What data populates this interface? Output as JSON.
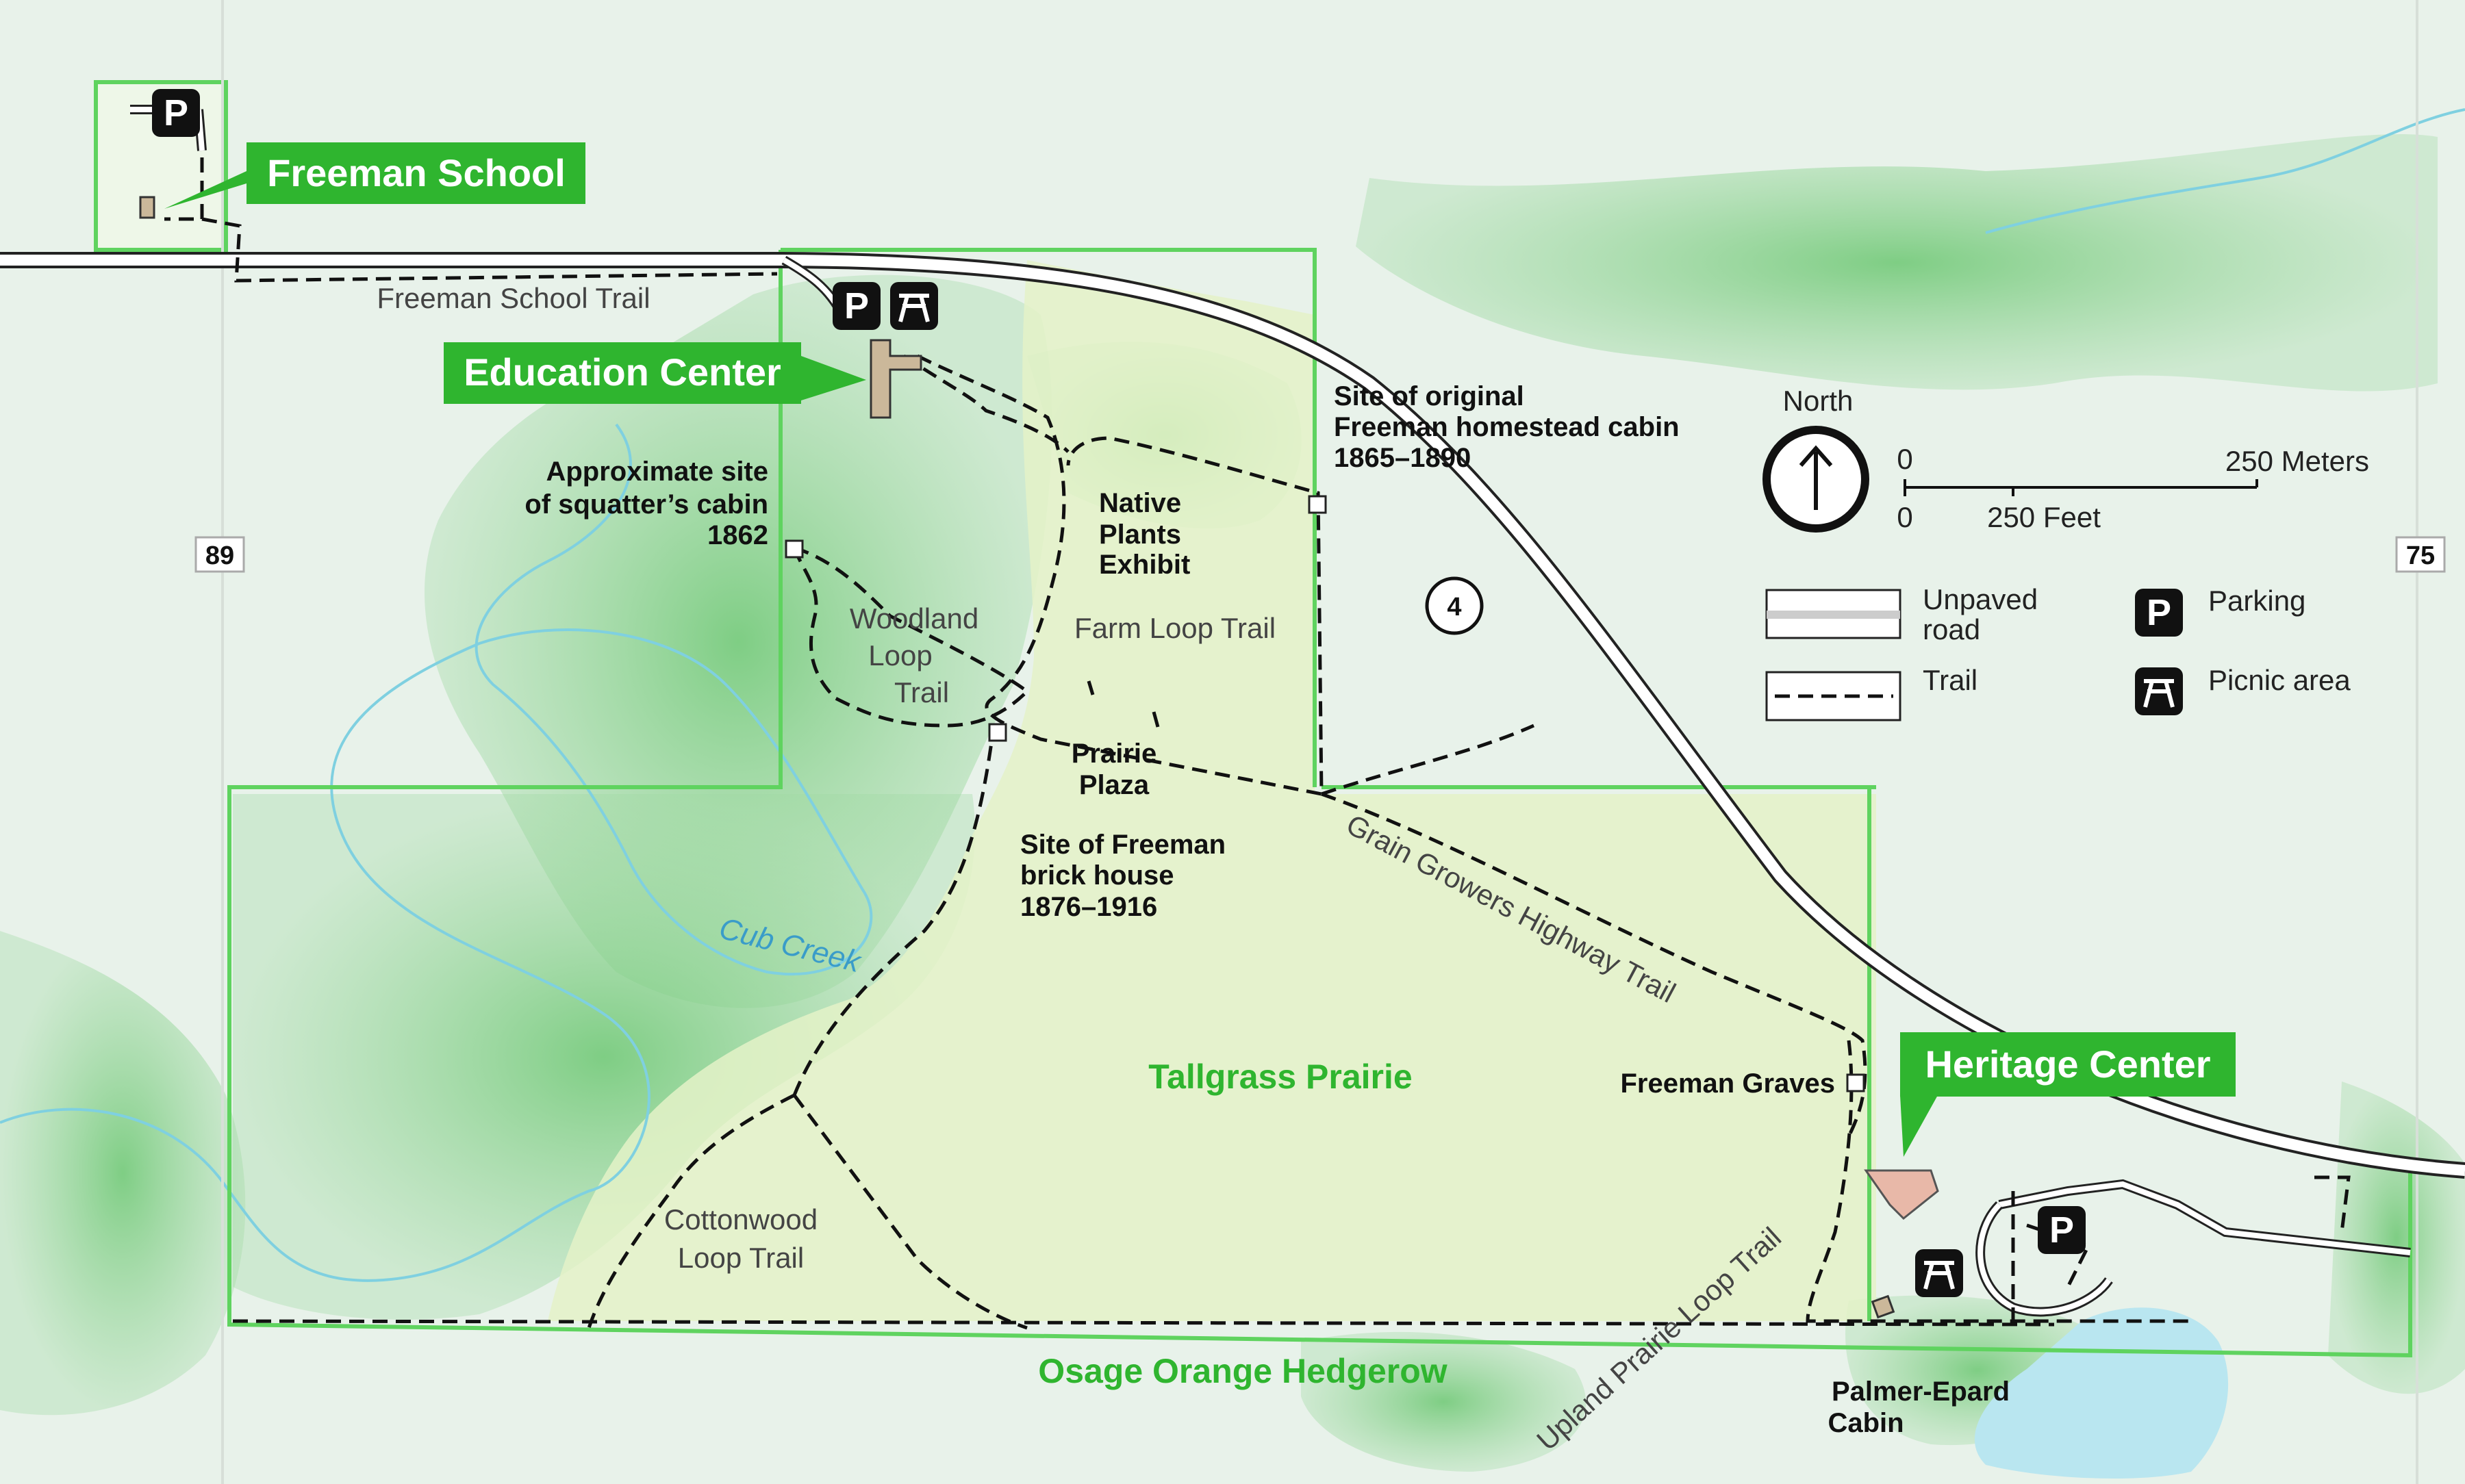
{
  "callouts": {
    "freeman_school": "Freeman School",
    "education_center": "Education Center",
    "heritage_center": "Heritage Center"
  },
  "areas": {
    "tallgrass_prairie": "Tallgrass Prairie",
    "osage_hedgerow": "Osage Orange Hedgerow",
    "cub_creek": "Cub Creek"
  },
  "trails": {
    "freeman_school_trail": "Freeman School Trail",
    "woodland_loop_1": "Woodland",
    "woodland_loop_2": "Loop",
    "woodland_loop_3": "Trail",
    "farm_loop": "Farm Loop Trail",
    "grain_growers": "Grain Growers Highway Trail",
    "cottonwood_1": "Cottonwood",
    "cottonwood_2": "Loop Trail",
    "upland_prairie": "Upland Prairie Loop Trail"
  },
  "sites": {
    "squatter_1": "Approximate site",
    "squatter_2": "of squatter’s cabin",
    "squatter_3": "1862",
    "homestead_1": "Site of original",
    "homestead_2": "Freeman homestead cabin",
    "homestead_3": "1865–1890",
    "native_1": "Native",
    "native_2": "Plants",
    "native_3": "Exhibit",
    "plaza_1": "Prairie",
    "plaza_2": "Plaza",
    "brick_1": "Site of Freeman",
    "brick_2": "brick house",
    "brick_3": "1876–1916",
    "graves": "Freeman Graves",
    "palmer_1": "Palmer-Epard",
    "palmer_2": "Cabin"
  },
  "roads": {
    "route_89": "89",
    "route_75": "75",
    "route_4": "4"
  },
  "legend": {
    "north": "North",
    "scale_zero_top": "0",
    "scale_meters": "250 Meters",
    "scale_zero_bottom": "0",
    "scale_feet": "250 Feet",
    "unpaved_1": "Unpaved",
    "unpaved_2": "road",
    "trail": "Trail",
    "parking": "Parking",
    "picnic": "Picnic area"
  },
  "icons": {
    "parking_glyph": "P"
  },
  "colors": {
    "park_green": "#2fb52f",
    "boundary": "#5fd35f",
    "water": "#7fd0e0",
    "background": "#e9f3ec"
  }
}
